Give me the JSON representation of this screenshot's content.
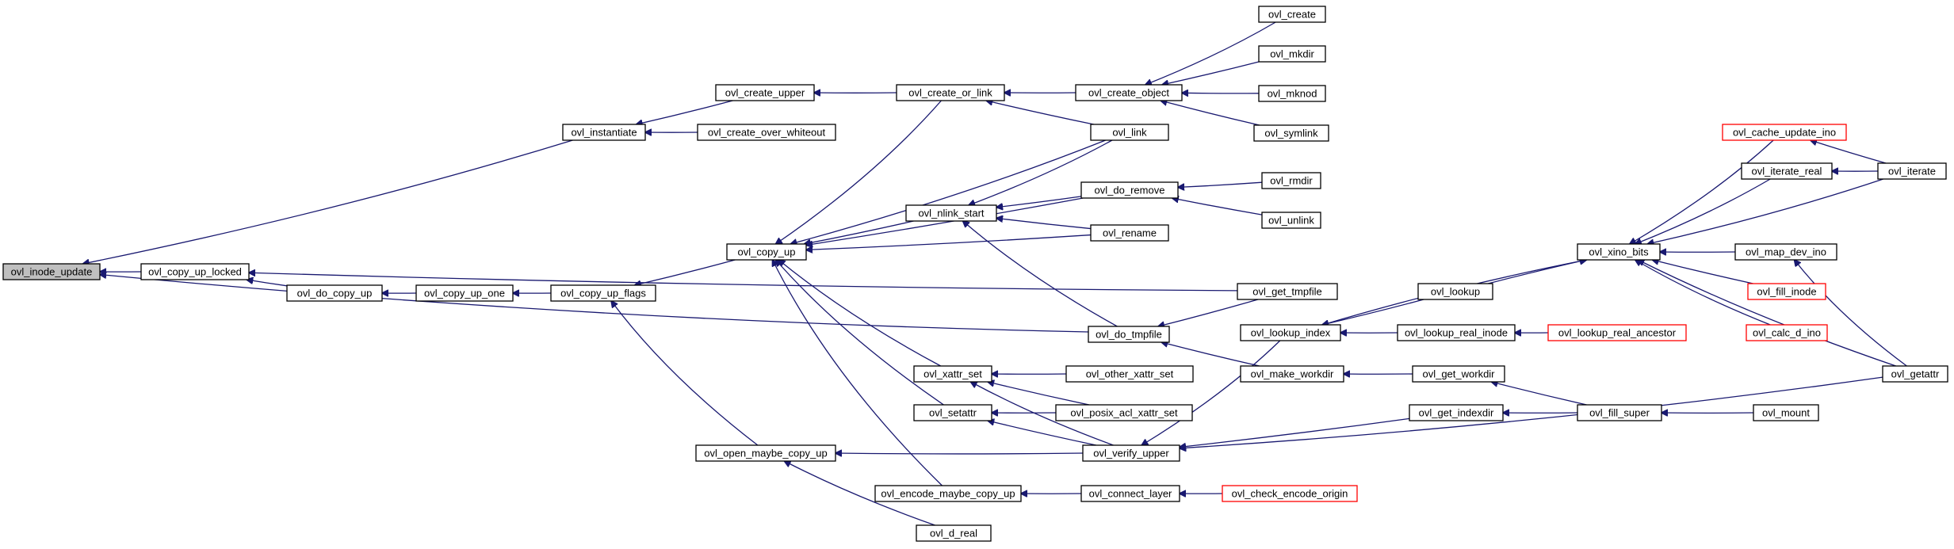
{
  "colors": {
    "edge": "#191970",
    "node_border": "#000000",
    "node_truncated_border": "#ff0000",
    "root_fill": "#bfbfbf",
    "background": "#ffffff"
  },
  "nodes": [
    {
      "id": "inode_update",
      "label": "ovl_inode_update",
      "root": true
    },
    {
      "id": "copy_up_locked",
      "label": "ovl_copy_up_locked"
    },
    {
      "id": "instantiate",
      "label": "ovl_instantiate"
    },
    {
      "id": "do_copy_up",
      "label": "ovl_do_copy_up"
    },
    {
      "id": "copy_up_one",
      "label": "ovl_copy_up_one"
    },
    {
      "id": "copy_up_flags",
      "label": "ovl_copy_up_flags"
    },
    {
      "id": "create_upper",
      "label": "ovl_create_upper"
    },
    {
      "id": "create_over_whiteout",
      "label": "ovl_create_over_whiteout"
    },
    {
      "id": "copy_up",
      "label": "ovl_copy_up"
    },
    {
      "id": "open_maybe_copy_up",
      "label": "ovl_open_maybe_copy_up"
    },
    {
      "id": "create_or_link",
      "label": "ovl_create_or_link"
    },
    {
      "id": "nlink_start",
      "label": "ovl_nlink_start"
    },
    {
      "id": "xattr_set",
      "label": "ovl_xattr_set"
    },
    {
      "id": "setattr",
      "label": "ovl_setattr"
    },
    {
      "id": "encode_maybe_copy_up",
      "label": "ovl_encode_maybe_copy_up"
    },
    {
      "id": "d_real",
      "label": "ovl_d_real"
    },
    {
      "id": "create_object",
      "label": "ovl_create_object"
    },
    {
      "id": "link",
      "label": "ovl_link"
    },
    {
      "id": "do_remove",
      "label": "ovl_do_remove"
    },
    {
      "id": "rename",
      "label": "ovl_rename"
    },
    {
      "id": "do_tmpfile",
      "label": "ovl_do_tmpfile"
    },
    {
      "id": "other_xattr_set",
      "label": "ovl_other_xattr_set"
    },
    {
      "id": "posix_acl_xattr_set",
      "label": "ovl_posix_acl_xattr_set"
    },
    {
      "id": "verify_upper",
      "label": "ovl_verify_upper"
    },
    {
      "id": "connect_layer",
      "label": "ovl_connect_layer"
    },
    {
      "id": "create",
      "label": "ovl_create"
    },
    {
      "id": "mkdir",
      "label": "ovl_mkdir"
    },
    {
      "id": "mknod",
      "label": "ovl_mknod"
    },
    {
      "id": "symlink",
      "label": "ovl_symlink"
    },
    {
      "id": "rmdir",
      "label": "ovl_rmdir"
    },
    {
      "id": "unlink",
      "label": "ovl_unlink"
    },
    {
      "id": "get_tmpfile",
      "label": "ovl_get_tmpfile"
    },
    {
      "id": "lookup_index",
      "label": "ovl_lookup_index"
    },
    {
      "id": "make_workdir",
      "label": "ovl_make_workdir"
    },
    {
      "id": "check_encode_origin",
      "label": "ovl_check_encode_origin",
      "truncated": true
    },
    {
      "id": "lookup",
      "label": "ovl_lookup"
    },
    {
      "id": "lookup_real_inode",
      "label": "ovl_lookup_real_inode"
    },
    {
      "id": "get_workdir",
      "label": "ovl_get_workdir"
    },
    {
      "id": "get_indexdir",
      "label": "ovl_get_indexdir"
    },
    {
      "id": "lookup_real_ancestor",
      "label": "ovl_lookup_real_ancestor",
      "truncated": true
    },
    {
      "id": "xino_bits",
      "label": "ovl_xino_bits"
    },
    {
      "id": "fill_super",
      "label": "ovl_fill_super"
    },
    {
      "id": "cache_update_ino",
      "label": "ovl_cache_update_ino",
      "truncated": true
    },
    {
      "id": "iterate_real",
      "label": "ovl_iterate_real"
    },
    {
      "id": "map_dev_ino",
      "label": "ovl_map_dev_ino"
    },
    {
      "id": "fill_inode",
      "label": "ovl_fill_inode",
      "truncated": true
    },
    {
      "id": "calc_d_ino",
      "label": "ovl_calc_d_ino",
      "truncated": true
    },
    {
      "id": "mount",
      "label": "ovl_mount"
    },
    {
      "id": "iterate",
      "label": "ovl_iterate"
    },
    {
      "id": "getattr",
      "label": "ovl_getattr"
    }
  ],
  "edges": [
    [
      "copy_up_locked",
      "inode_update"
    ],
    [
      "instantiate",
      "inode_update"
    ],
    [
      "do_tmpfile",
      "inode_update"
    ],
    [
      "get_tmpfile",
      "copy_up_locked"
    ],
    [
      "do_copy_up",
      "copy_up_locked"
    ],
    [
      "create_upper",
      "instantiate"
    ],
    [
      "create_over_whiteout",
      "instantiate"
    ],
    [
      "copy_up_one",
      "do_copy_up"
    ],
    [
      "copy_up_flags",
      "copy_up_one"
    ],
    [
      "copy_up",
      "copy_up_flags"
    ],
    [
      "open_maybe_copy_up",
      "copy_up_flags"
    ],
    [
      "create_or_link",
      "create_upper"
    ],
    [
      "create_or_link",
      "copy_up"
    ],
    [
      "link",
      "copy_up"
    ],
    [
      "do_remove",
      "copy_up"
    ],
    [
      "nlink_start",
      "copy_up"
    ],
    [
      "rename",
      "copy_up"
    ],
    [
      "xattr_set",
      "copy_up"
    ],
    [
      "setattr",
      "copy_up"
    ],
    [
      "encode_maybe_copy_up",
      "copy_up"
    ],
    [
      "create_object",
      "create_or_link"
    ],
    [
      "link",
      "create_or_link"
    ],
    [
      "link",
      "nlink_start"
    ],
    [
      "do_remove",
      "nlink_start"
    ],
    [
      "rename",
      "nlink_start"
    ],
    [
      "do_tmpfile",
      "nlink_start"
    ],
    [
      "other_xattr_set",
      "xattr_set"
    ],
    [
      "posix_acl_xattr_set",
      "xattr_set"
    ],
    [
      "verify_upper",
      "xattr_set"
    ],
    [
      "posix_acl_xattr_set",
      "setattr"
    ],
    [
      "verify_upper",
      "setattr"
    ],
    [
      "verify_upper",
      "open_maybe_copy_up"
    ],
    [
      "d_real",
      "open_maybe_copy_up"
    ],
    [
      "connect_layer",
      "encode_maybe_copy_up"
    ],
    [
      "create",
      "create_object"
    ],
    [
      "mkdir",
      "create_object"
    ],
    [
      "mknod",
      "create_object"
    ],
    [
      "symlink",
      "create_object"
    ],
    [
      "rmdir",
      "do_remove"
    ],
    [
      "unlink",
      "do_remove"
    ],
    [
      "make_workdir",
      "do_tmpfile"
    ],
    [
      "get_tmpfile",
      "do_tmpfile"
    ],
    [
      "lookup_index",
      "verify_upper"
    ],
    [
      "get_indexdir",
      "verify_upper"
    ],
    [
      "getattr",
      "verify_upper"
    ],
    [
      "check_encode_origin",
      "connect_layer"
    ],
    [
      "lookup",
      "lookup_index"
    ],
    [
      "lookup_real_inode",
      "lookup_index"
    ],
    [
      "get_workdir",
      "make_workdir"
    ],
    [
      "lookup_real_ancestor",
      "lookup_real_inode"
    ],
    [
      "fill_super",
      "get_workdir"
    ],
    [
      "fill_super",
      "get_indexdir"
    ],
    [
      "lookup_index",
      "xino_bits"
    ],
    [
      "lookup",
      "xino_bits"
    ],
    [
      "cache_update_ino",
      "xino_bits"
    ],
    [
      "iterate_real",
      "xino_bits"
    ],
    [
      "iterate",
      "xino_bits"
    ],
    [
      "map_dev_ino",
      "xino_bits"
    ],
    [
      "fill_inode",
      "xino_bits"
    ],
    [
      "calc_d_ino",
      "xino_bits"
    ],
    [
      "getattr",
      "xino_bits"
    ],
    [
      "iterate",
      "cache_update_ino"
    ],
    [
      "iterate",
      "iterate_real"
    ],
    [
      "getattr",
      "map_dev_ino"
    ],
    [
      "mount",
      "fill_super"
    ]
  ]
}
